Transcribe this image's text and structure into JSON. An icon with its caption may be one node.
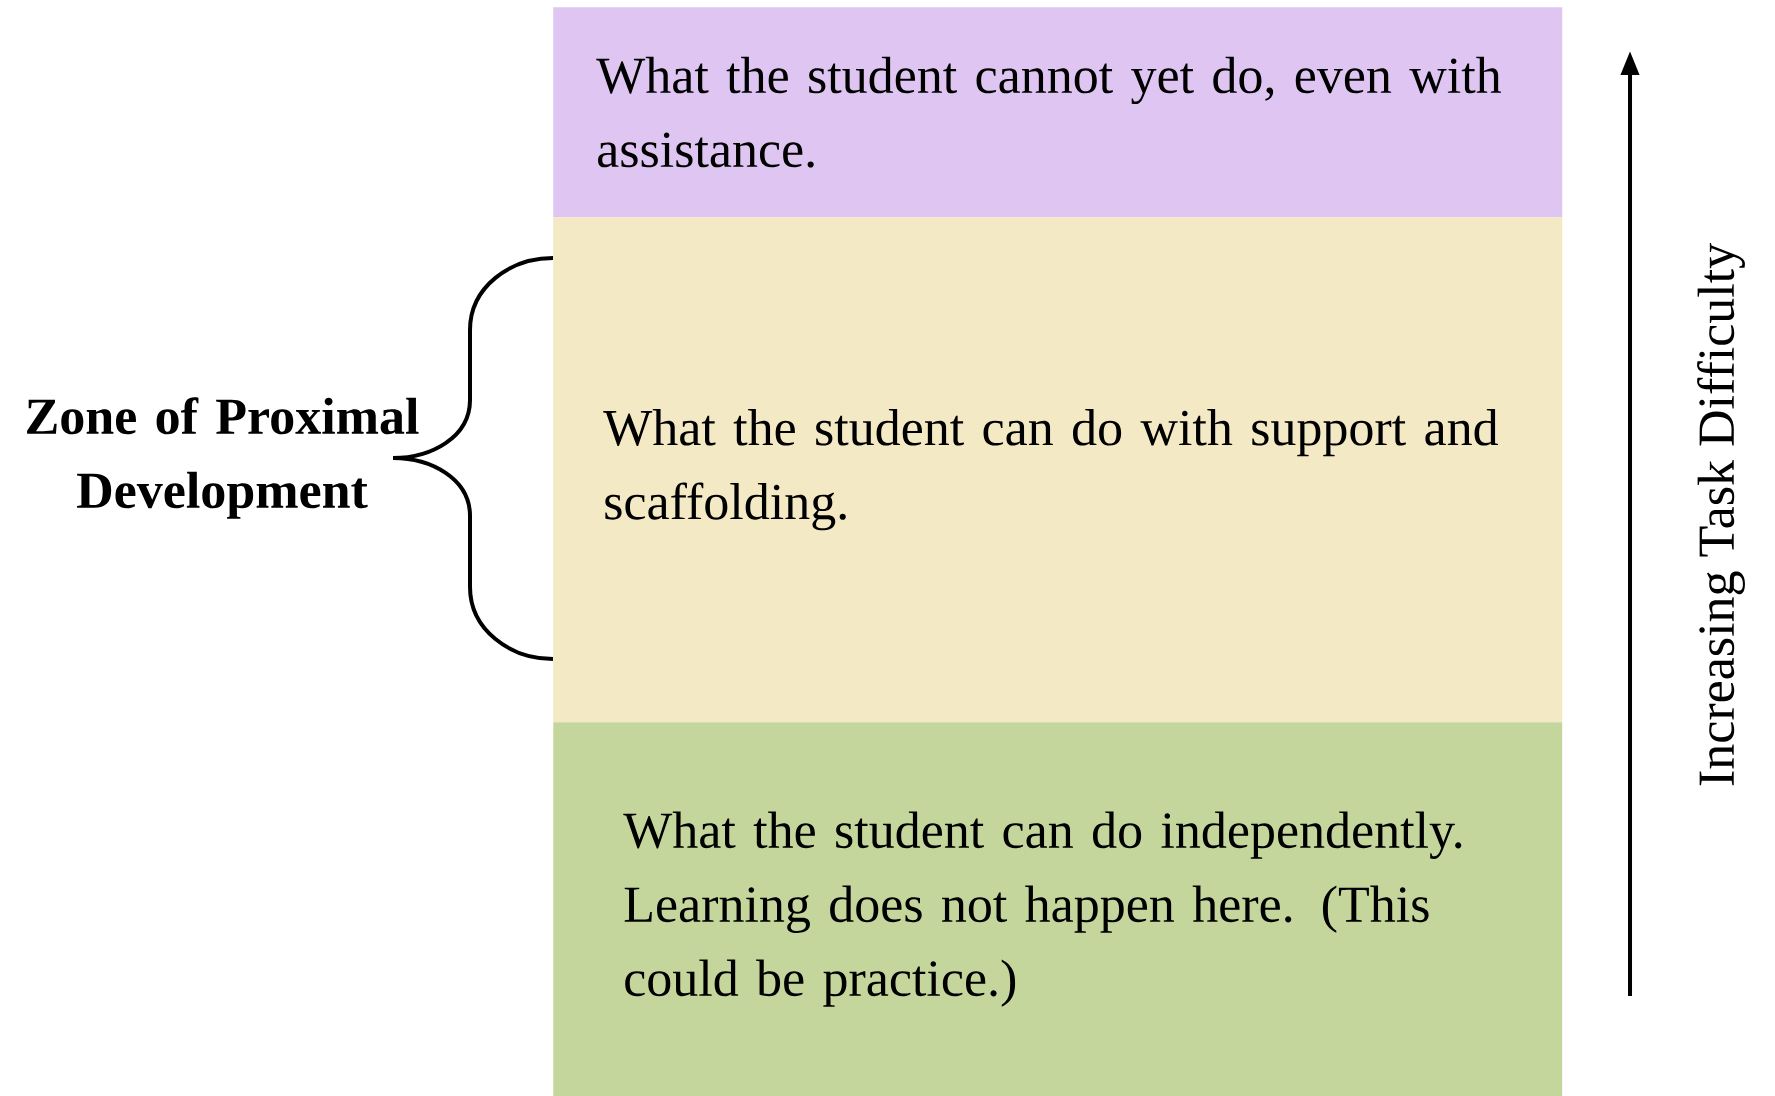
{
  "diagram": {
    "nodes": [
      {
        "text": [
          "What the student cannot yet do, even with assistance."
        ]
      },
      {
        "text": [
          "What the student can do with support and scaffolding."
        ]
      },
      {
        "text": [
          "What the student can do independently.",
          "Learning does not happen here. (This could be practice.)"
        ]
      }
    ],
    "labels": [
      "Zone of Proximal Development",
      "Increasing Task Difficulty"
    ]
  }
}
